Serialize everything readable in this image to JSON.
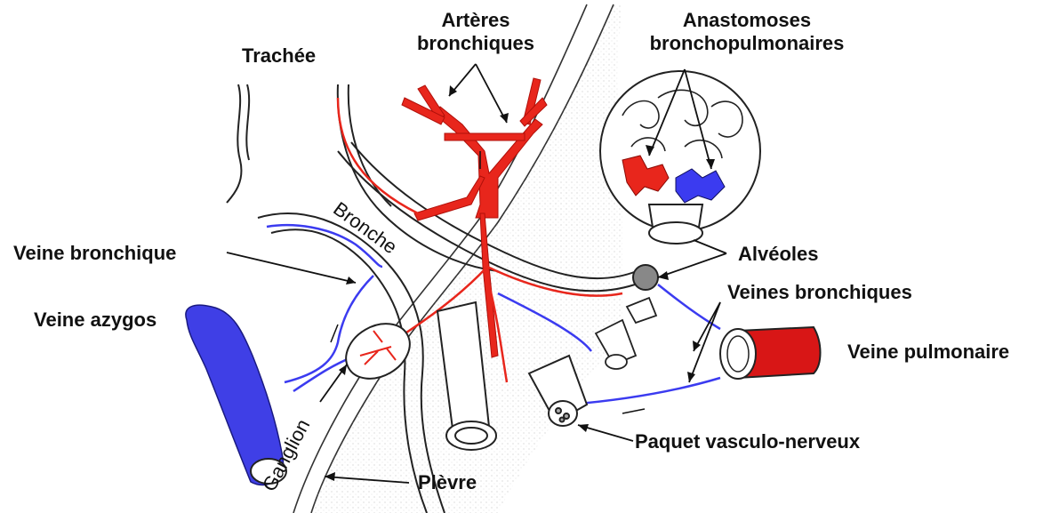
{
  "labels": {
    "trachee": "Trachée",
    "arteres_line1": "Artères",
    "arteres_line2": "bronchiques",
    "anastomoses_line1": "Anastomoses",
    "anastomoses_line2": "bronchopulmonaires",
    "bronche": "Bronche",
    "veine_bronchique": "Veine bronchique",
    "veine_azygos": "Veine azygos",
    "alveoles": "Alvéoles",
    "veines_bronchiques": "Veines bronchiques",
    "veine_pulmonaire": "Veine pulmonaire",
    "ganglion": "Ganglion",
    "plevre": "Plèvre",
    "paquet": "Paquet vasculo-nerveux"
  },
  "colors": {
    "artery": "#e8261c",
    "vein": "#3b3bf0",
    "azygos": "#3f3fe6",
    "pulmonary_vein": "#d81616",
    "outline": "#222222"
  }
}
